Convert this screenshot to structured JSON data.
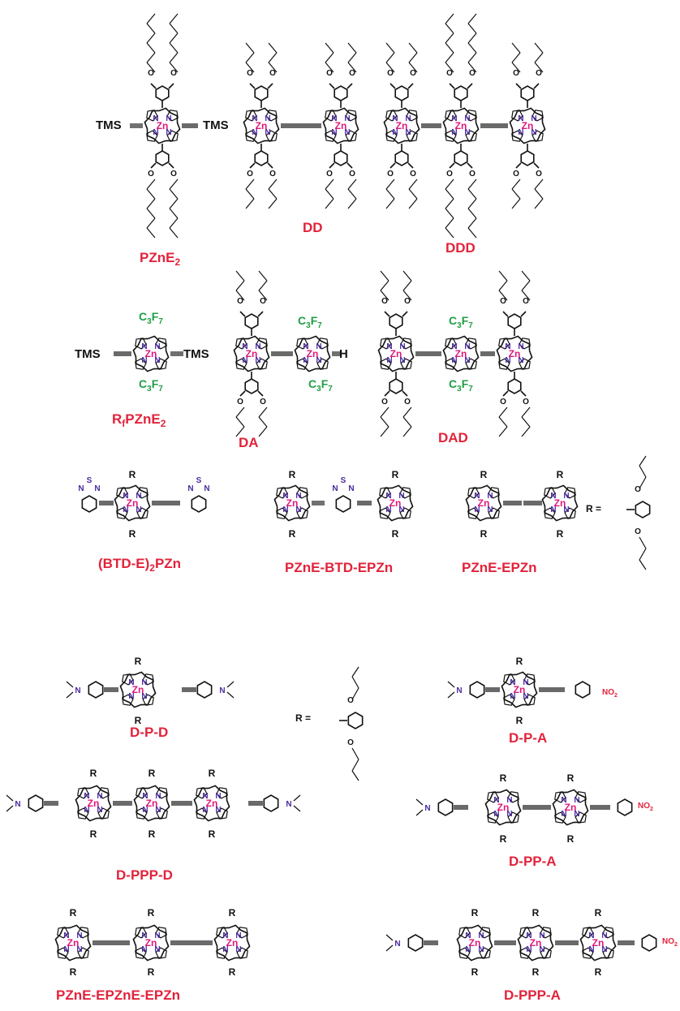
{
  "labels": {
    "pzne2": "PZnE",
    "pzne2_sub": "2",
    "dd": "DD",
    "ddd": "DDD",
    "rfpzne2_r": "R",
    "rfpzne2_f": "f",
    "rfpzne2_main": "PZnE",
    "rfpzne2_sub": "2",
    "da": "DA",
    "dad": "DAD",
    "btd_pzn_a": "(BTD-E)",
    "btd_pzn_sub": "2",
    "btd_pzn_b": "PZn",
    "pzne_btd_epzn": "PZnE-BTD-EPZn",
    "pzne_epzn": "PZnE-EPZn",
    "dpd": "D-P-D",
    "dpa": "D-P-A",
    "dpppd": "D-PPP-D",
    "dppa": "D-PP-A",
    "pzne_epzne_epzn": "PZnE-EPZnE-EPZn",
    "dpppa": "D-PPP-A"
  },
  "atoms": {
    "zn": "Zn",
    "n": "N",
    "s": "S",
    "o": "O",
    "h": "H",
    "r": "R",
    "r_eq": "R =",
    "tms": "TMS",
    "c3f7_main": "C",
    "c3f7_3": "3",
    "c3f7_f": "F",
    "c3f7_7": "7",
    "no2_main": "NO",
    "no2_sub": "2"
  },
  "colors": {
    "label": "#e2233b",
    "zinc": "#e0187a",
    "nitrogen": "#4a2a9e",
    "fluoro": "#1f9e45",
    "bond": "#111111"
  }
}
